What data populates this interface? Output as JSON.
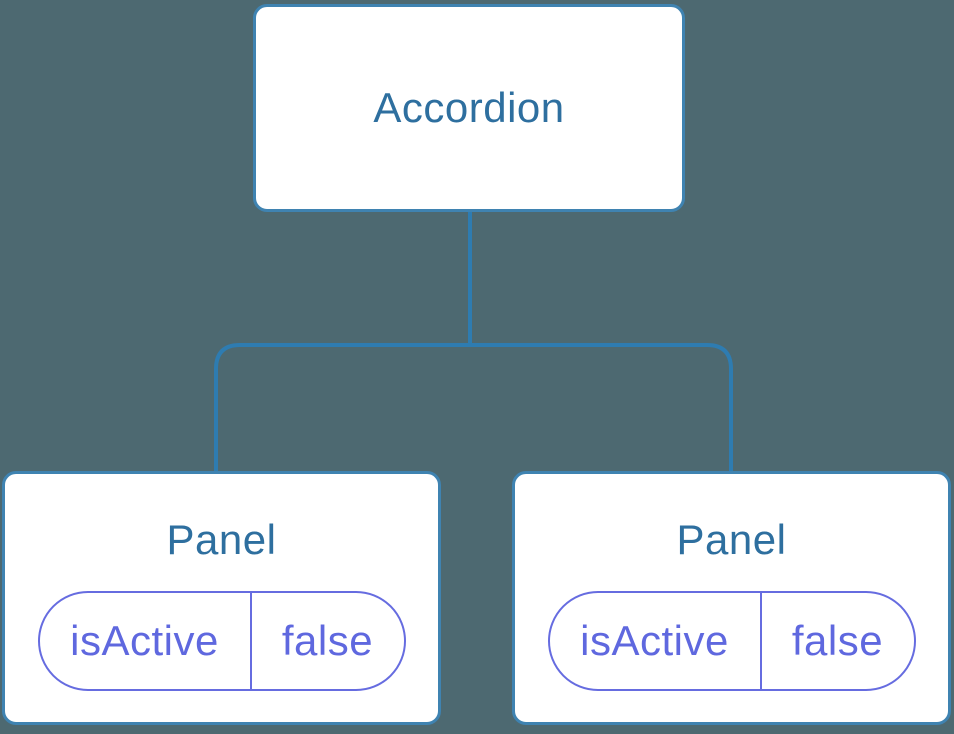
{
  "tree": {
    "root": {
      "label": "Accordion"
    },
    "children": [
      {
        "label": "Panel",
        "state": {
          "key": "isActive",
          "value": "false"
        }
      },
      {
        "label": "Panel",
        "state": {
          "key": "isActive",
          "value": "false"
        }
      }
    ]
  },
  "colors": {
    "background": "#4D6971",
    "connector": "#2E7CB1",
    "box_border": "#3F83B1",
    "component_label": "#2E6F9F",
    "state_pill": "#666CE0",
    "state_text": "#5F68DF"
  }
}
